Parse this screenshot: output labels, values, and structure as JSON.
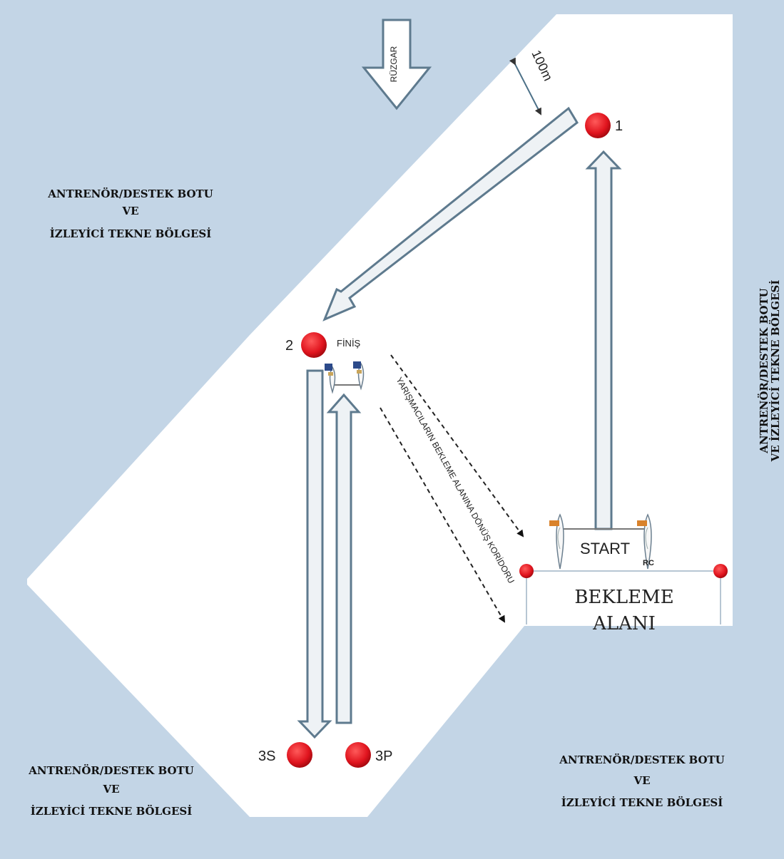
{
  "wind": {
    "label": "RÜZGAR"
  },
  "distance": {
    "label": "100m"
  },
  "zones": {
    "top_left": {
      "lines": [
        "ANTRENÖR/DESTEK BOTU",
        "VE",
        "İZLEYİCİ TEKNE BÖLGESİ"
      ]
    },
    "right": {
      "lines": [
        "ANTRENÖR/DESTEK BOTU",
        "VE İZLEYİCİ TEKNE BÖLGESİ"
      ]
    },
    "bottom_left": {
      "lines": [
        "ANTRENÖR/DESTEK BOTU",
        "VE",
        "İZLEYİCİ TEKNE BÖLGESİ"
      ]
    },
    "bottom_right": {
      "lines": [
        "ANTRENÖR/DESTEK BOTU",
        "VE",
        "İZLEYİCİ TEKNE BÖLGESİ"
      ]
    }
  },
  "marks": {
    "m1": "1",
    "m2": "2",
    "m3s": "3S",
    "m3p": "3P"
  },
  "finish": {
    "label": "FİNİŞ"
  },
  "start": {
    "label": "START"
  },
  "rc": {
    "label": "RC"
  },
  "waiting_area": {
    "line1": "BEKLEME",
    "line2": "ALANI"
  },
  "corridor": {
    "label": "YARIŞMACILARIN BEKLEME ALANINA DÖNÜŞ KORİDORU"
  },
  "colors": {
    "water": "#c3d5e6",
    "course_area": "#ffffff",
    "mark": "#e0141e",
    "arrow_fill": "#eef2f5",
    "arrow_stroke": "#5e7a8e"
  }
}
